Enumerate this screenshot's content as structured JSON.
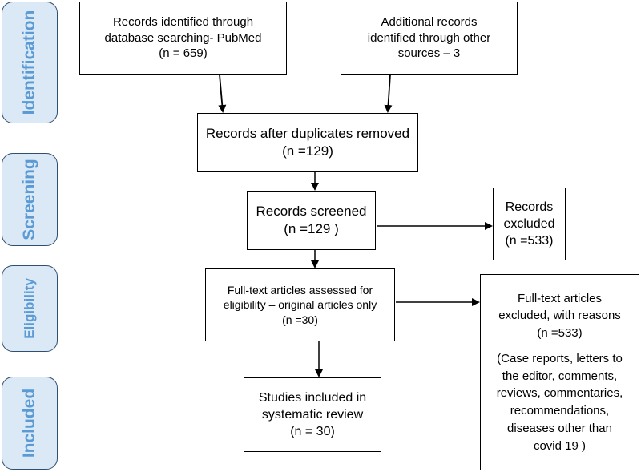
{
  "stages": {
    "identification": "Identification",
    "screening": "Screening",
    "eligibility": "Eligibility",
    "included": "Included"
  },
  "boxes": {
    "database_records": {
      "lines": [
        "Records identified through",
        "database searching- PubMed",
        "(n = 659)"
      ]
    },
    "other_records": {
      "lines": [
        "Additional records",
        "identified through other",
        "sources – 3"
      ]
    },
    "duplicates_removed": {
      "lines": [
        "Records after duplicates removed",
        "(n =129)"
      ]
    },
    "screened": {
      "lines": [
        "Records screened",
        "(n =129 )"
      ]
    },
    "excluded": {
      "lines": [
        "Records",
        "excluded",
        "(n =533)"
      ]
    },
    "full_text_assessed": {
      "lines": [
        "Full-text articles assessed for",
        "eligibility – original articles only",
        "(n =30)"
      ]
    },
    "full_text_excluded": {
      "lines": [
        "Full-text articles",
        "excluded, with reasons",
        "(n =533)"
      ],
      "reasons": [
        "(Case reports, letters to",
        "the editor, comments,",
        "reviews, commentaries,",
        "recommendations,",
        "diseases other than",
        "covid 19 )"
      ]
    },
    "included_studies": {
      "lines": [
        "Studies included in",
        "systematic review",
        "(n = 30)"
      ]
    }
  }
}
